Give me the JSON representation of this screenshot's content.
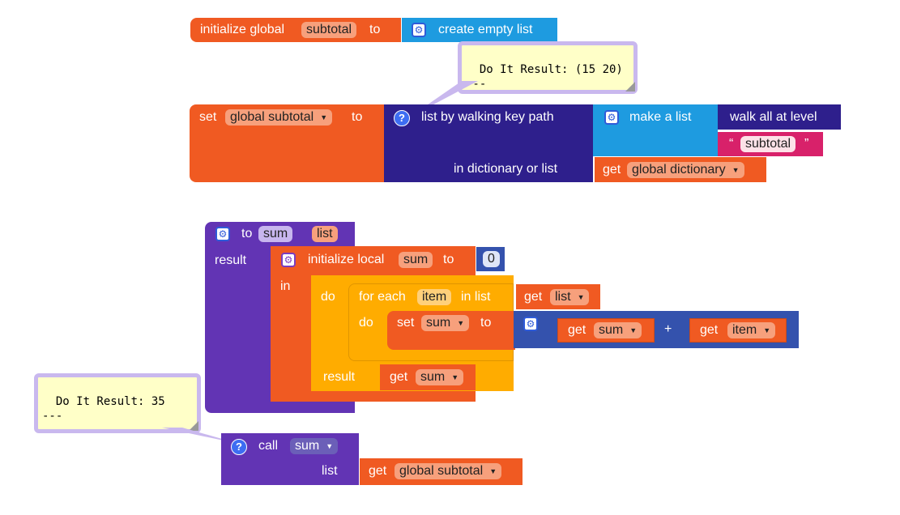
{
  "block1": {
    "label": "initialize global",
    "var": "subtotal",
    "to": "to",
    "value_label": "create empty list"
  },
  "bubble1": {
    "text": "Do It Result: (15 20)\n---"
  },
  "block2": {
    "set": "set",
    "var": "global subtotal",
    "to": "to",
    "walk_label": "list by walking key path",
    "make_list": "make a list",
    "walk_all": "walk all at level",
    "quote_open": "“",
    "string_value": "subtotal",
    "quote_close": "”",
    "in_dict": "in dictionary or list",
    "get": "get",
    "get_var": "global dictionary"
  },
  "procedure": {
    "to": "to",
    "name": "sum",
    "param": "list",
    "result": "result",
    "init_local": "initialize local",
    "local_var": "sum",
    "to2": "to",
    "zero": "0",
    "in": "in",
    "do": "do",
    "for_each": "for each",
    "item": "item",
    "in_list": "in list",
    "get_list": "get",
    "list_var": "list",
    "do2": "do",
    "set": "set",
    "set_var": "sum",
    "to3": "to",
    "get_sum": "get",
    "sum_var": "sum",
    "plus": "+",
    "get_item": "get",
    "item_var": "item",
    "result2": "result",
    "get_result": "get",
    "result_var": "sum"
  },
  "bubble2": {
    "text": "Do It Result: 35\n---"
  },
  "call": {
    "call": "call",
    "name": "sum",
    "list": "list",
    "get": "get",
    "get_var": "global subtotal"
  }
}
